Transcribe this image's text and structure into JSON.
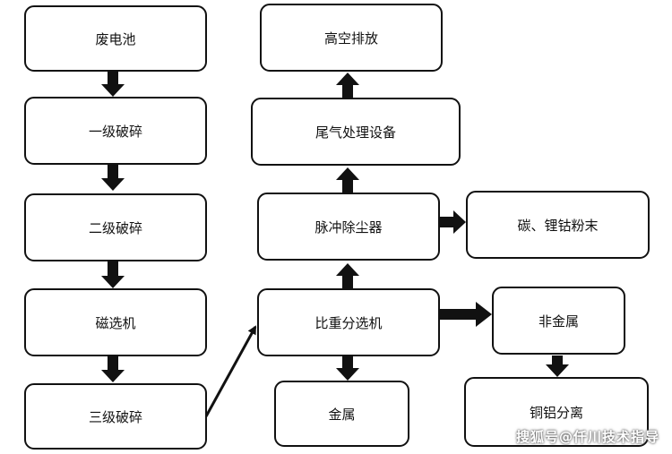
{
  "nodes": {
    "waste_battery": "废电池",
    "primary_crushing": "一级破碎",
    "secondary_crushing": "二级破碎",
    "magnetic_separator": "磁选机",
    "tertiary_crushing": "三级破碎",
    "gravity_separator": "比重分选机",
    "pulse_dust_collector": "脉冲除尘器",
    "exhaust_treatment": "尾气处理设备",
    "high_altitude_emission": "高空排放",
    "carbon_lico_powder": "碳、锂钴粉末",
    "non_metal": "非金属",
    "copper_aluminum_separation": "铜铝分离",
    "metal": "金属"
  },
  "watermark": "搜狐号@仟川技术指导",
  "colors": {
    "line": "#111111",
    "background": "#ffffff"
  }
}
